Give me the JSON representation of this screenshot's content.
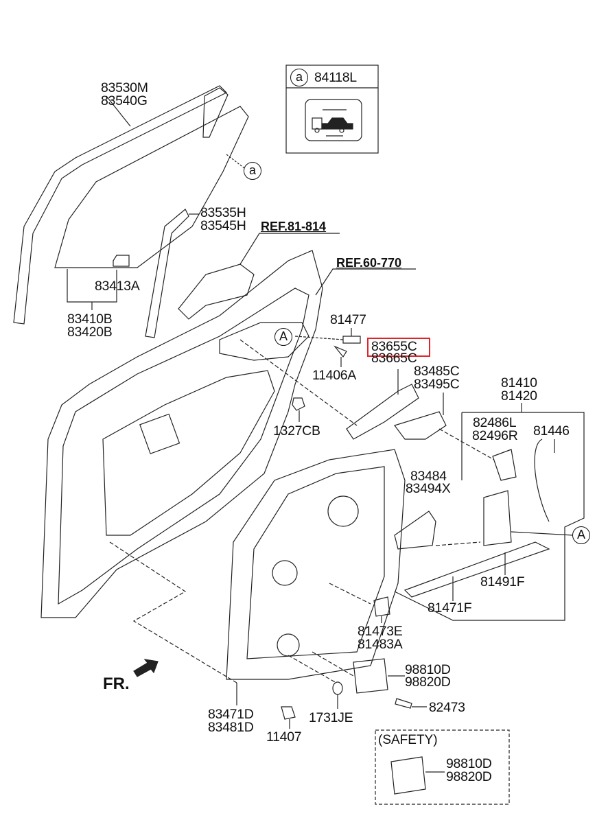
{
  "diagram": {
    "legend_box": {
      "marker": "a",
      "part": "84118L",
      "icon": "tow-truck-label-icon"
    },
    "parts": {
      "glass_run": [
        "83530M",
        "83540G"
      ],
      "marker_a": "a",
      "channel": [
        "83535H",
        "83545H"
      ],
      "ref_1": "REF.81-814",
      "ref_2": "REF.60-770",
      "glass_clip": "83413A",
      "glass": [
        "83410B",
        "83420B"
      ],
      "bolt_81477": "81477",
      "marker_A1": "A",
      "highlighted": "83655C",
      "p83665C": "83665C",
      "bolt_11406A": "11406A",
      "bracket": [
        "83485C",
        "83495C"
      ],
      "latch_group": [
        "81410",
        "81420"
      ],
      "cover": [
        "82486L",
        "82496R"
      ],
      "rod": "81446",
      "nut": "1327CB",
      "bracket2": [
        "83484",
        "83494X"
      ],
      "marker_A2": "A",
      "cable1": "81491F",
      "cable2": "81471F",
      "handle": [
        "81473E",
        "81483A"
      ],
      "front": "FR.",
      "motor": [
        "98810D",
        "98820D"
      ],
      "bolt_82473": "82473",
      "module": [
        "83471D",
        "83481D"
      ],
      "grommet": "1731JE",
      "bolt_11407": "11407"
    },
    "safety": {
      "title": "(SAFETY)",
      "parts": [
        "98810D",
        "98820D"
      ]
    },
    "highlight_color": "#e0242b"
  }
}
